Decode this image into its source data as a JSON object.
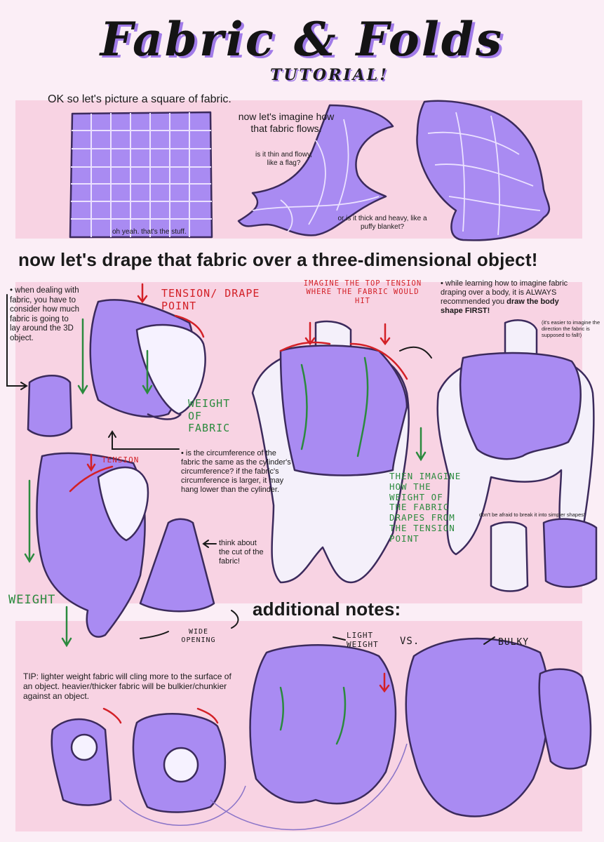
{
  "header": {
    "title": "Fabric & Folds",
    "subtitle": "TUTORIAL!"
  },
  "section1": {
    "intro": "OK so let's picture a square of fabric.",
    "square_caption": "oh yeah. that's the stuff.",
    "flow": "now let's imagine how that fabric flows.",
    "thin": "is it thin and flowy, like a flag?",
    "thick": "or is it thick and heavy, like a puffy blanket?"
  },
  "heading_drape": "now let's drape that fabric over a three-dimensional object!",
  "section2": {
    "dealing": "• when dealing with fabric, you have to consider how much fabric is going to lay around the 3D object.",
    "tension_drape": "TENSION/ DRAPE POINT",
    "weight_of_fabric": "WEIGHT OF FABRIC",
    "circumference": "• is the circumference of the fabric the same as the cylinder's circumference? if the fabric's circumference is larger, it may hang lower than the cylinder.",
    "tension": "TENSION",
    "weight": "WEIGHT",
    "cut": "think about the cut of the fabric!",
    "wide_opening": "WIDE OPENING",
    "imagine_top": "IMAGINE THE TOP TENSION WHERE THE FABRIC WOULD HIT",
    "then_imagine": "THEN IMAGINE HOW THE WEIGHT OF THE FABRIC DRAPES FROM THE TENSION POINT",
    "learning_plain": "• while learning how to imagine fabric draping over a body, it is ALWAYS recommended you ",
    "learning_bold": "draw the body shape FIRST!",
    "easier": "(it's easier to imagine the direction the fabric is supposed to fall!)",
    "simpler": "don't be afraid to break it into simpler shapes!"
  },
  "heading_notes": "additional notes:",
  "section3": {
    "tip": "TIP: lighter weight fabric will cling more to the surface of an object. heavier/thicker fabric will be bulkier/chunkier against an object.",
    "light_weight": "LIGHT WEIGHT",
    "vs": "VS.",
    "bulky": "BULKY"
  },
  "colors": {
    "pink_band": "#f8d3e3",
    "page": "#fbeef6",
    "purple": "#a98bf2",
    "outline": "#3b2a5c",
    "red": "#d32027",
    "green": "#2b8a3e"
  }
}
